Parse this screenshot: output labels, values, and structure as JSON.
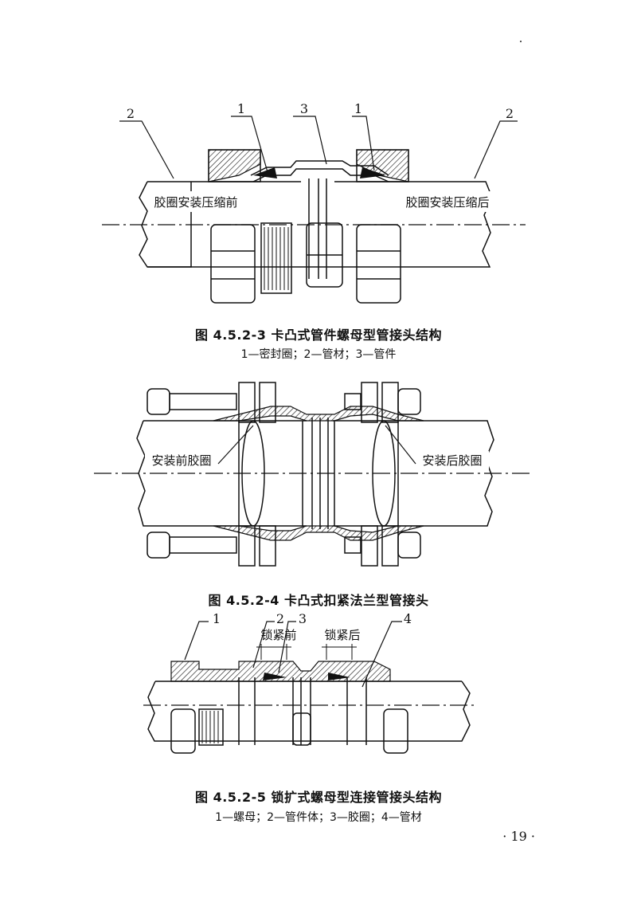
{
  "figures": [
    {
      "caption": "图 4.5.2-3   卡凸式管件螺母型管接头结构",
      "legend": "1—密封圈；2—管材；3—管件",
      "labels": {
        "left_note": "胶圈安装压缩前",
        "right_note": "胶圈安装压缩后",
        "callouts": [
          "2",
          "1",
          "3",
          "1",
          "2"
        ]
      }
    },
    {
      "caption": "图 4.5.2-4   卡凸式扣紧法兰型管接头",
      "labels": {
        "left_note": "安装前胶圈",
        "right_note": "安装后胶圈"
      }
    },
    {
      "caption": "图 4.5.2-5   锁扩式螺母型连接管接头结构",
      "legend": "1—螺母；2—管件体；3—胶圈；4—管材",
      "labels": {
        "before": "锁紧前",
        "after": "锁紧后",
        "callouts": [
          "1",
          "2",
          "3",
          "4"
        ]
      }
    }
  ],
  "page_number": "· 19 ·"
}
